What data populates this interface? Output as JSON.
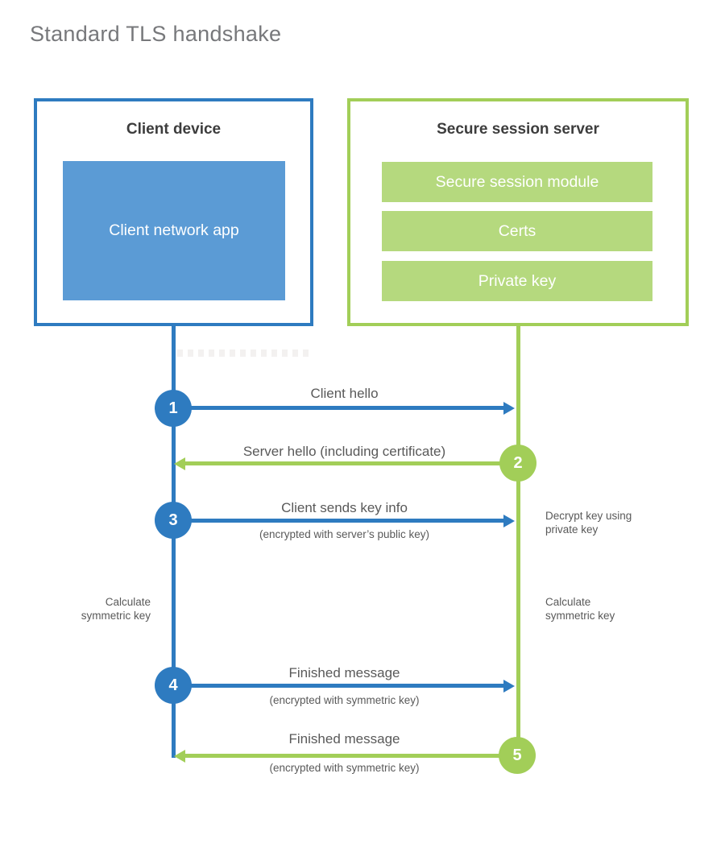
{
  "title": "Standard TLS handshake",
  "client": {
    "title": "Client device",
    "app": "Client network app"
  },
  "server": {
    "title": "Secure session server",
    "modules": [
      "Secure session module",
      "Certs",
      "Private key"
    ]
  },
  "steps": [
    {
      "num": "1",
      "label": "Client hello",
      "sub": ""
    },
    {
      "num": "2",
      "label": "Server hello (including certificate)",
      "sub": ""
    },
    {
      "num": "3",
      "label": "Client sends key info",
      "sub": "(encrypted with server’s public key)"
    },
    {
      "num": "4",
      "label": "Finished message",
      "sub": "(encrypted with symmetric key)"
    },
    {
      "num": "5",
      "label": "Finished message",
      "sub": "(encrypted with symmetric key)"
    }
  ],
  "notes": {
    "decrypt": "Decrypt key using private key",
    "calculate_left": "Calculate symmetric key",
    "calculate_right": "Calculate symmetric key"
  },
  "colors": {
    "blue": "#2e7bc0",
    "blue_light": "#5b9bd5",
    "green": "#a2ce58",
    "green_light": "#b5d97e"
  }
}
